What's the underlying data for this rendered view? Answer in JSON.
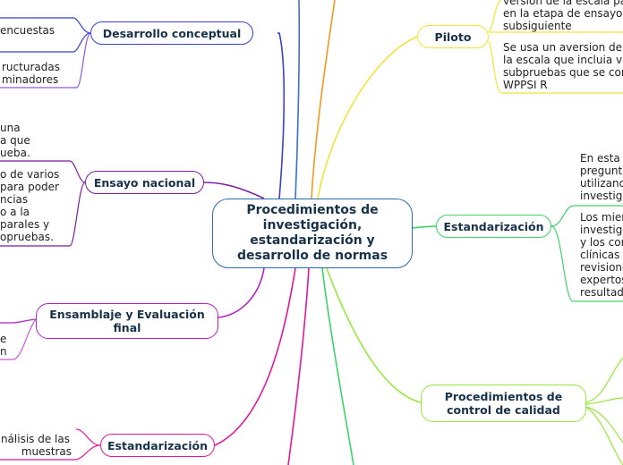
{
  "central": "Procedimientos de investigación, estandarización y desarrollo de normas",
  "branches": {
    "desarrollo": "Desarrollo conceptual",
    "ensayo": "Ensayo nacional",
    "ensamblaje": "Ensamblaje y Evaluación final",
    "estandar_left": "Estandarización",
    "piloto": "Piloto",
    "estandar_right": "Estandarización",
    "control": "Procedimientos de control de calidad"
  },
  "leaves": {
    "d1": "encuestas",
    "d2": "ructuradas",
    "d3": "minadores",
    "e1": "una",
    "e2": "a que",
    "e3": "ueba.",
    "e4": "o de varios",
    "e5": "para poder",
    "e6": "ncias",
    "e7": "o a la",
    "e8": "parales y",
    "e9": "opruebas.",
    "f1": "e",
    "f2": "n",
    "s1": "nálisis de las",
    "s2": "muestras",
    "p1": "versión de la escala pa",
    "p2": "en la etapa de ensayo n",
    "p3": "subsiguiente",
    "p4": "Se usa un aversion de i",
    "p5": "la escala que incluia va",
    "p6": "subpruebas que se con",
    "p7": "WPPSI R",
    "r1": "En esta",
    "r2": "pregunta",
    "r3": "utilizand",
    "r4": "investiga",
    "r5": "Los mien",
    "r6": "investiga",
    "r7": "y los cor",
    "r8": "clínicas e",
    "r9": "revisione",
    "r10": "expertos",
    "r11": "resultado"
  },
  "colors": {
    "desarrollo": "#3a3fd6",
    "ensayo": "#7a1f9e",
    "ensamblaje": "#b31fc9",
    "estandar_left": "#e0189e",
    "piloto": "#f5e23a",
    "estandar_right": "#3fd26a",
    "control": "#95e83a",
    "top_orange": "#f29a1e",
    "top_blue": "#3a6fd6",
    "center_border": "#2a6db5"
  }
}
